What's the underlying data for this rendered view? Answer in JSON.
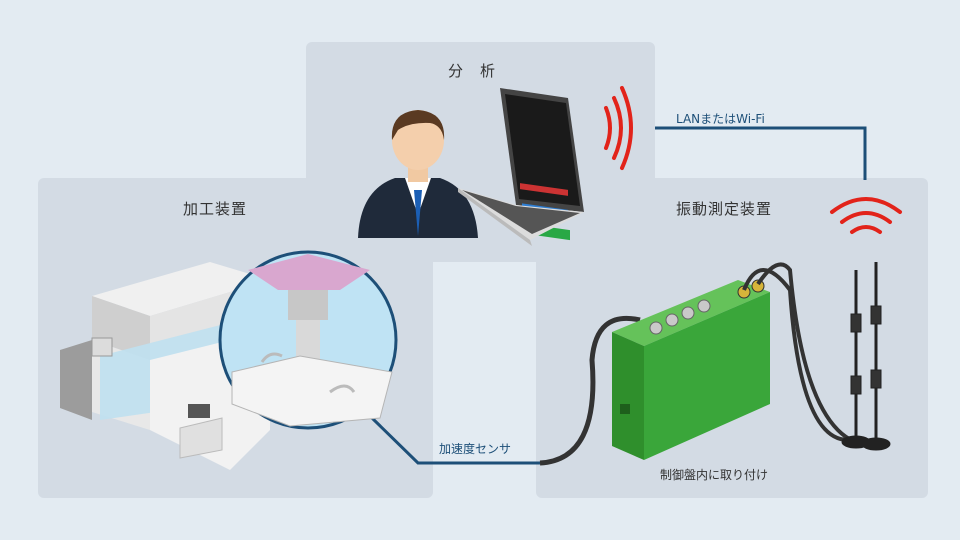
{
  "panels": {
    "analysis": {
      "title": "分　析"
    },
    "machining": {
      "title": "加工装置"
    },
    "vibration": {
      "title": "振動測定装置"
    }
  },
  "labels": {
    "lan": "LANまたはWi-Fi",
    "sensor": "加速度センサ",
    "mount": "制御盤内に取り付け"
  },
  "colors": {
    "line": "#1d4f78",
    "wifi": "#e2231a",
    "device": "#3aa63a",
    "panel": "#d3dbe4",
    "background": "#e3ebf2"
  },
  "icons": [
    "person-icon",
    "laptop-icon",
    "wifi-signal-icon",
    "cnc-machine-icon",
    "spindle-icon",
    "sensor-device-icon",
    "antenna-icon"
  ]
}
